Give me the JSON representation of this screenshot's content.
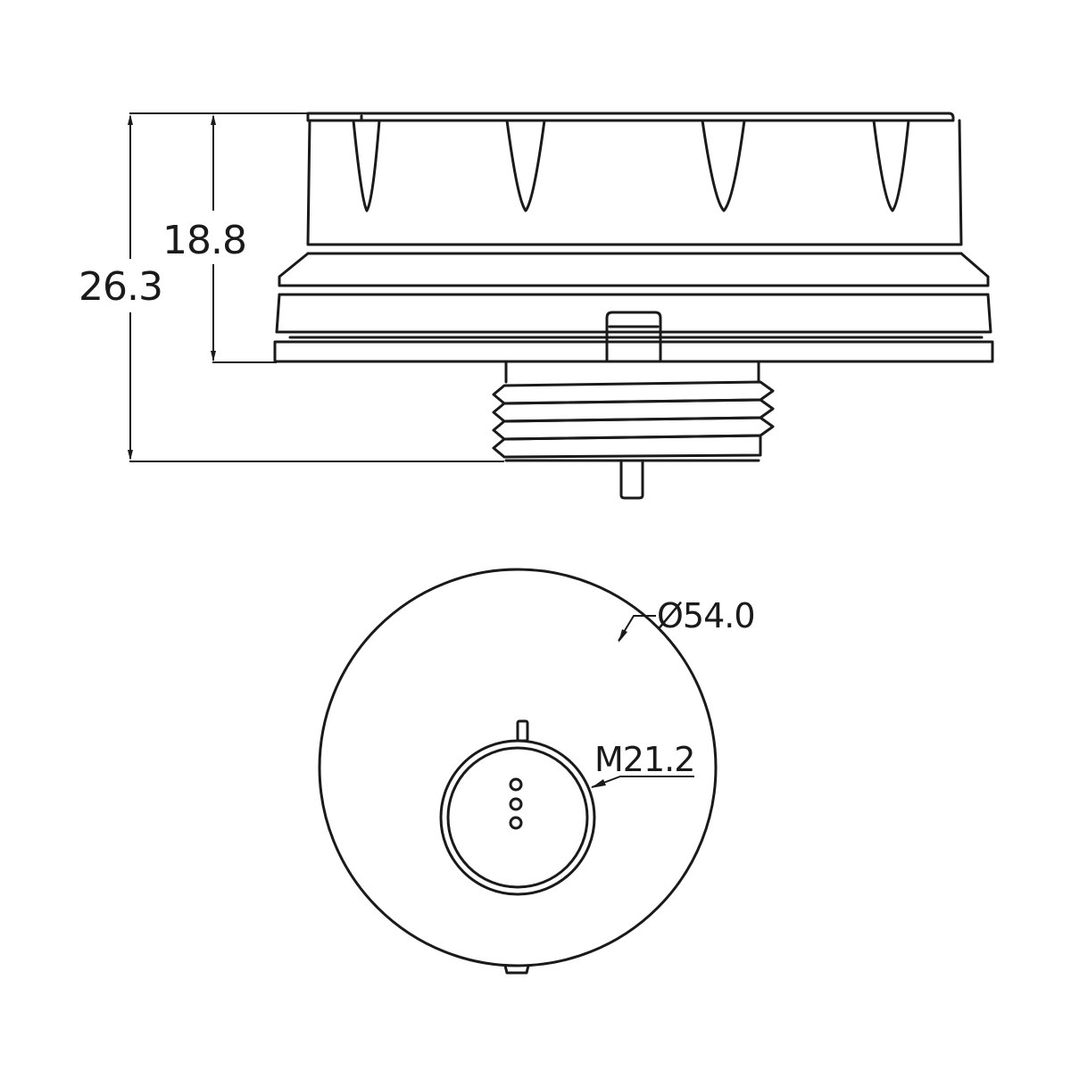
{
  "side_view": {
    "dimensions": {
      "overall_height": "26.3",
      "body_height": "18.8"
    }
  },
  "top_view": {
    "dimensions": {
      "outer_diameter": "Ø54.0",
      "thread": "M21.2"
    }
  },
  "colors": {
    "line": "#1a1a1a",
    "background": "#ffffff"
  }
}
